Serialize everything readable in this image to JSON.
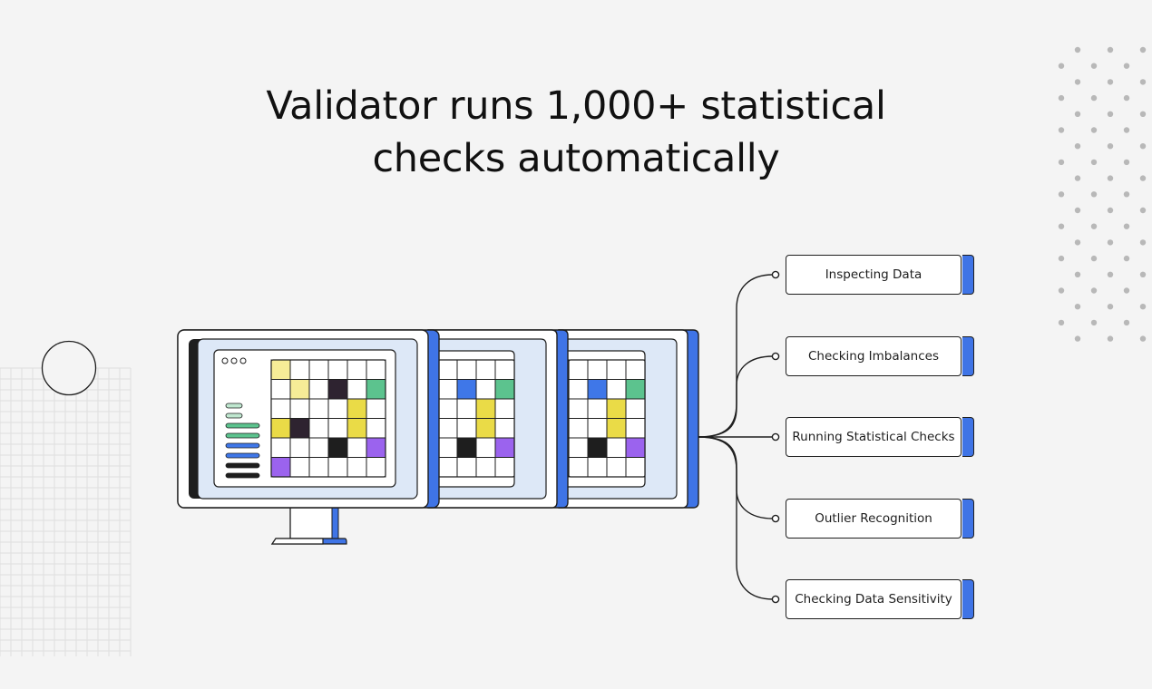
{
  "headline": {
    "line1": "Validator runs 1,000+ statistical",
    "line2": "checks automatically"
  },
  "colors": {
    "background": "#f4f4f4",
    "accent_blue": "#3f74e6",
    "screen_blue": "#dde8f7",
    "outline": "#1e1e1e",
    "cell_yellow_light": "#f6ec97",
    "cell_yellow": "#eadb47",
    "cell_dark_purple": "#2e2330",
    "cell_black": "#1e1e1e",
    "cell_green": "#5cc38e",
    "cell_purple": "#9b63ee",
    "cell_blue": "#3f77e8"
  },
  "checks": [
    {
      "label": "Inspecting Data"
    },
    {
      "label": "Checking Imbalances"
    },
    {
      "label": "Running Statistical Checks"
    },
    {
      "label": "Outlier Recognition"
    },
    {
      "label": "Checking Data Sensitivity"
    }
  ],
  "icons": [
    "monitor-icon",
    "window-dots-icon",
    "data-grid-icon",
    "sidebar-bars-icon",
    "connector-node-icon"
  ]
}
